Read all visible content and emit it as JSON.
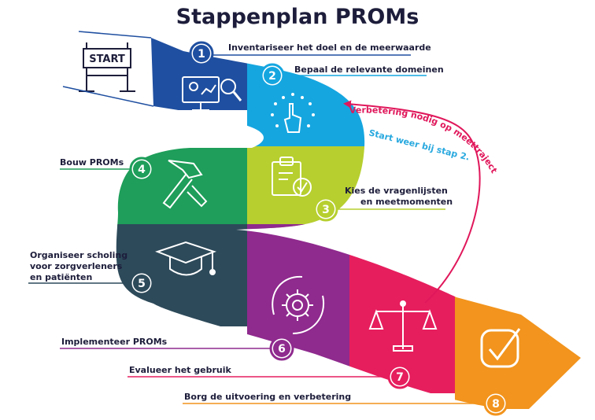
{
  "title": "Stappenplan PROMs",
  "start_sign": "START",
  "colors": {
    "step1": "#1f4fa0",
    "step2": "#15a6e0",
    "step3": "#b7cf2f",
    "step4": "#1e9e5a",
    "step5": "#2d4a5a",
    "step6": "#8f2a8e",
    "step7": "#e61e5e",
    "step8": "#f2941d",
    "feedback": "#e0175b",
    "restart": "#29a9df",
    "text": "#1d1d3b"
  },
  "steps": [
    {
      "number": "1",
      "label": "Inventariseer het doel en de meerwaarde",
      "icon": "analytics-monitor-icon"
    },
    {
      "number": "2",
      "label": "Bepaal de relevante domeinen",
      "icon": "touch-domains-icon"
    },
    {
      "number": "3",
      "label_line1": "Kies de vragenlijsten",
      "label_line2": "en meetmomenten",
      "icon": "clipboard-check-icon"
    },
    {
      "number": "4",
      "label": "Bouw PROMs",
      "icon": "hammer-icon"
    },
    {
      "number": "5",
      "label_line1": "Organiseer scholing",
      "label_line2": "voor zorgverleners",
      "label_line3": "en patiënten",
      "icon": "graduation-cap-icon"
    },
    {
      "number": "6",
      "label": "Implementeer PROMs",
      "icon": "gear-cycle-icon"
    },
    {
      "number": "7",
      "label": "Evalueer het gebruik",
      "icon": "balance-scale-icon"
    },
    {
      "number": "8",
      "label": "Borg de uitvoering en verbetering",
      "icon": "checkmark-icon"
    }
  ],
  "feedback": {
    "text_curved": "Verbetering nodig op meettraject?",
    "restart": "Start weer bij stap 2."
  }
}
